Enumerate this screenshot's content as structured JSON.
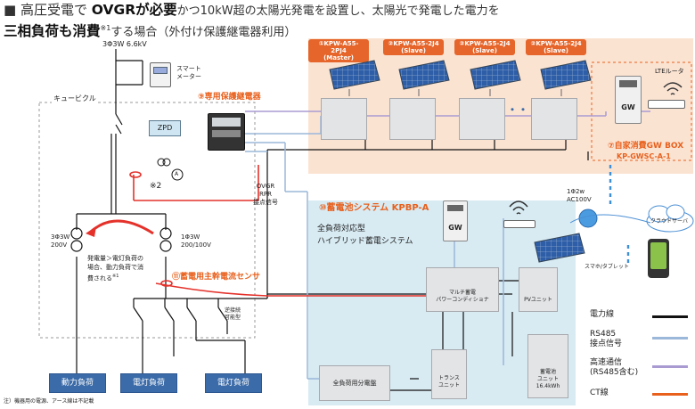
{
  "header": {
    "line1_prefix": "■ 高圧受電で",
    "line1_bold": "OVGRが必要",
    "line1_rest": "かつ10kW超の太陽光発電を設置し、太陽光で発電した電力を",
    "line2_bold": "三相負荷も消費",
    "line2_sup": "※1",
    "line2_rest": "する場合（外付け保護継電器利用）"
  },
  "labels": {
    "incoming": "3Φ3W 6.6kV",
    "smart_meter": "スマート\nメーター",
    "cubicle": "キュービクル",
    "protection_relay": "⑨専用保護継電器",
    "zpd": "ZPD",
    "note2": "※2",
    "ammeter": "A",
    "ovgr": "OVGR\nRPR\n接点信号",
    "tr_left": "3Φ3W\n200V",
    "tr_right": "1Φ3W\n200/100V",
    "flow_note": "発電量＞電灯負荷の\n場合、動力負荷で消\n費される",
    "flow_note_sup": "※1",
    "main_ct": "⑪蓄電用主幹電流センサ",
    "reverse_ok": "逆接続\n可能型",
    "battery_system": "⑩蓄電池システム KPBP-A",
    "battery_desc": "全負荷対応型\nハイブリッド蓄電システム",
    "gw": "GW",
    "gw_box": "⑦自家消費GW BOX",
    "gw_box_model": "KP-GWSC-A-1",
    "lte_router": "LTEルータ",
    "ac_supply": "1Φ2w\nAC100V",
    "cloud": "クラウドサーバ",
    "smartphone": "スマホ/タブレット",
    "pcs": "マルチ蓄電\nパワーコンディショナ",
    "pv_unit": "PVユニット",
    "trans_unit": "トランス\nユニット",
    "batt_unit": "蓄電池\nユニット",
    "batt_capacity": "16.4kWh",
    "all_load_panel": "全負荷用分電盤",
    "footnote": "注）機器用の電源、アース線は不記載",
    "dots": "・・"
  },
  "pcs_units": [
    {
      "label": "①KPW-A55-2PJ4",
      "sub": "(Master)"
    },
    {
      "label": "②KPW-A55-2J4",
      "sub": "(Slave)"
    },
    {
      "label": "②KPW-A55-2J4",
      "sub": "(Slave)"
    },
    {
      "label": "②KPW-A55-2J4",
      "sub": "(Slave)"
    }
  ],
  "loads": [
    {
      "label": "動力負荷"
    },
    {
      "label": "電灯負荷"
    },
    {
      "label": "電灯負荷"
    }
  ],
  "legend": [
    {
      "label": "電力線",
      "color": "#111111"
    },
    {
      "label": "RS485\n接点信号",
      "color": "#9bb7d9"
    },
    {
      "label": "高速通信\n(RS485含む)",
      "color": "#a99bd2"
    },
    {
      "label": "CT線",
      "color": "#e8601c"
    }
  ]
}
